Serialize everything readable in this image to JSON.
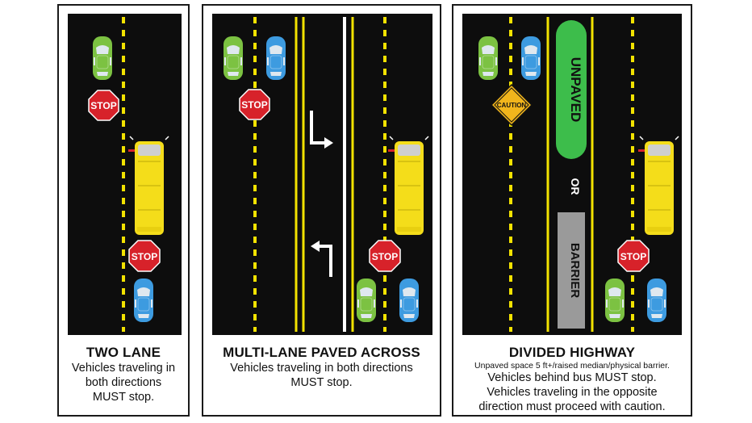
{
  "panels": [
    {
      "title": "TWO LANE",
      "lines": [
        "Vehicles traveling in",
        "both directions",
        "MUST stop."
      ],
      "signs": {
        "stop_1": "STOP",
        "stop_2": "STOP"
      }
    },
    {
      "title": "MULTI-LANE PAVED ACROSS",
      "lines": [
        "Vehicles traveling in both directions",
        "MUST stop."
      ],
      "signs": {
        "stop_1": "STOP",
        "stop_2": "STOP"
      }
    },
    {
      "title": "DIVIDED HIGHWAY",
      "note": "Unpaved space 5 ft+/raised median/physical barrier.",
      "lines": [
        "Vehicles behind bus MUST stop.",
        "Vehicles traveling in the opposite",
        "direction must proceed with caution."
      ],
      "signs": {
        "caution": "CAUTION",
        "stop_1": "STOP"
      },
      "median": {
        "unpaved": "UNPAVED",
        "or": "OR",
        "barrier": "BARRIER"
      }
    }
  ],
  "colors": {
    "road": "#0d0d0d",
    "line_yellow": "#f2e200",
    "bus": "#f4dd1a",
    "stop": "#d7222a",
    "car_green": "#7cc242",
    "car_blue": "#3d9be0",
    "median_green": "#3dbd4b",
    "barrier_gray": "#9a9a9a",
    "caution": "#f1b51c"
  }
}
